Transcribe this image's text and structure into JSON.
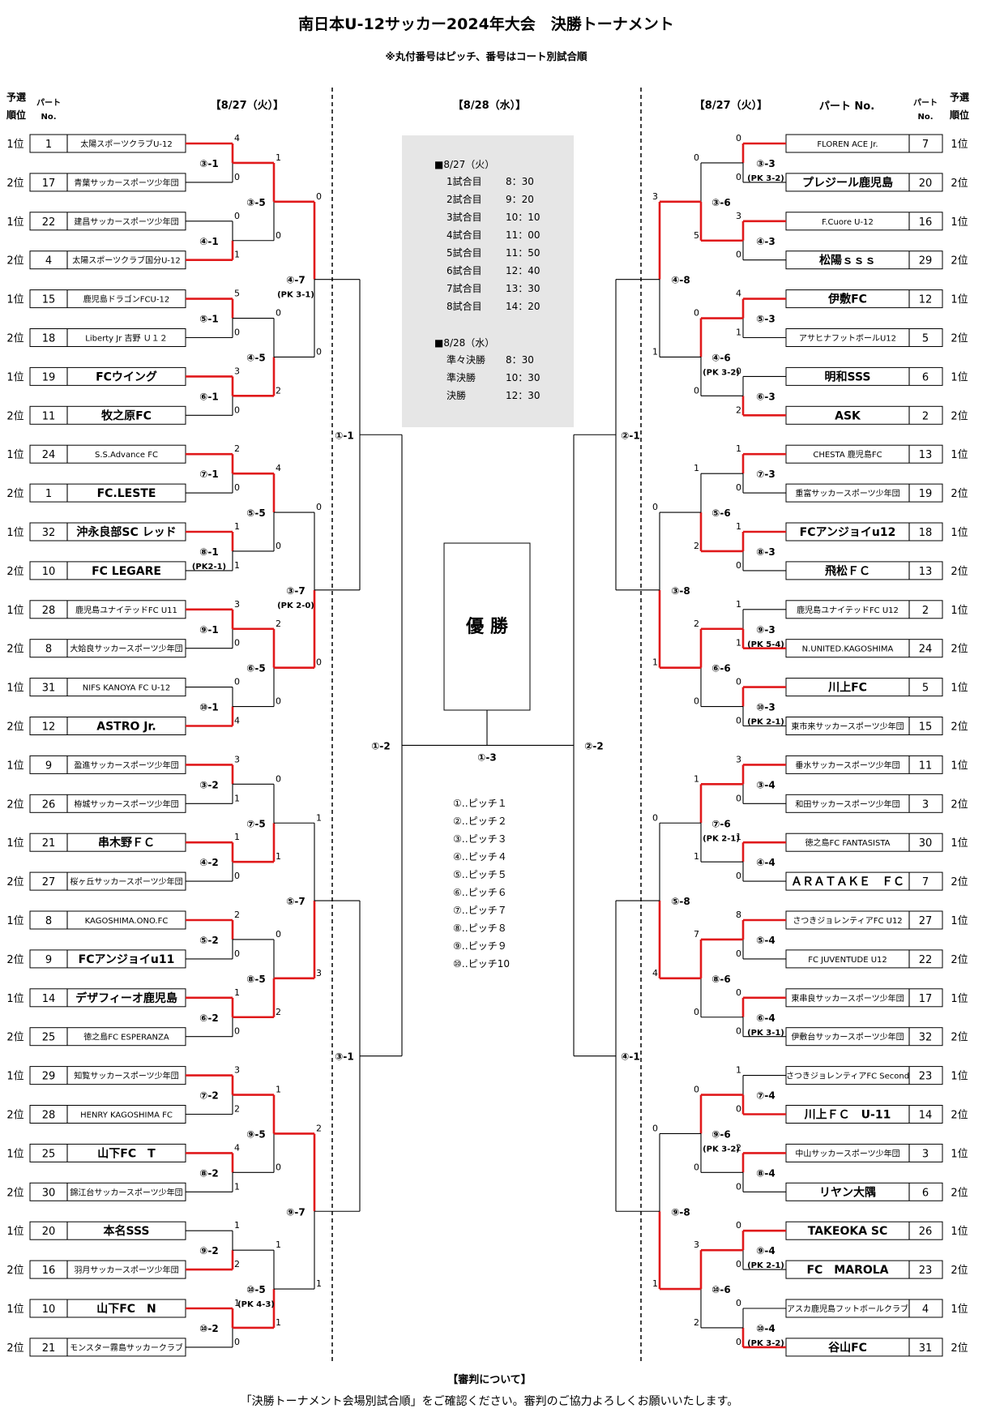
{
  "title": "南日本U-12サッカー2024年大会　決勝トーナメント",
  "subtitle": "※丸付番号はピッチ、番号はコート別試合順",
  "headers": {
    "left_rank": [
      "予選",
      "順位"
    ],
    "left_part": [
      "パート",
      "No."
    ],
    "left_date": "【8/27（火）】",
    "center_date": "【8/28（水）】",
    "right_date": "【8/27（火）】",
    "right_part_label": "パート No.",
    "right_part_sub": "No.",
    "right_rank": [
      "予選",
      "順位"
    ]
  },
  "left_teams": [
    {
      "rank": "1位",
      "part": "1",
      "name": "太陽スポーツクラブU-12"
    },
    {
      "rank": "2位",
      "part": "17",
      "name": "青葉サッカースポーツ少年団"
    },
    {
      "rank": "1位",
      "part": "22",
      "name": "建昌サッカースポーツ少年団"
    },
    {
      "rank": "2位",
      "part": "4",
      "name": "太陽スポーツクラブ国分U-12"
    },
    {
      "rank": "1位",
      "part": "15",
      "name": "鹿児島ドラゴンFCU-12"
    },
    {
      "rank": "2位",
      "part": "18",
      "name": "Liberty Jr 吉野 Ｕ１２"
    },
    {
      "rank": "1位",
      "part": "19",
      "name": "FCウイング"
    },
    {
      "rank": "2位",
      "part": "11",
      "name": "牧之原FC"
    },
    {
      "rank": "1位",
      "part": "24",
      "name": "S.S.Advance FC"
    },
    {
      "rank": "2位",
      "part": "1",
      "name": "FC.LESTE"
    },
    {
      "rank": "1位",
      "part": "32",
      "name": "沖永良部SC レッド"
    },
    {
      "rank": "2位",
      "part": "10",
      "name": "FC LEGARE"
    },
    {
      "rank": "1位",
      "part": "28",
      "name": "鹿児島ユナイテッドFC U11"
    },
    {
      "rank": "2位",
      "part": "8",
      "name": "大姶良サッカースポーツ少年団"
    },
    {
      "rank": "1位",
      "part": "31",
      "name": "NIFS KANOYA FC U-12"
    },
    {
      "rank": "2位",
      "part": "12",
      "name": "ASTRO Jr."
    },
    {
      "rank": "1位",
      "part": "9",
      "name": "盈進サッカースポーツ少年団"
    },
    {
      "rank": "2位",
      "part": "26",
      "name": "栫城サッカースポーツ少年団"
    },
    {
      "rank": "1位",
      "part": "21",
      "name": "串木野ＦＣ"
    },
    {
      "rank": "2位",
      "part": "27",
      "name": "桜ヶ丘サッカースポーツ少年団"
    },
    {
      "rank": "1位",
      "part": "8",
      "name": "KAGOSHIMA.ONO.FC"
    },
    {
      "rank": "2位",
      "part": "9",
      "name": "FCアンジョイu11"
    },
    {
      "rank": "1位",
      "part": "14",
      "name": "デザフィーオ鹿児島"
    },
    {
      "rank": "2位",
      "part": "25",
      "name": "徳之島FC ESPERANZA"
    },
    {
      "rank": "1位",
      "part": "29",
      "name": "知覧サッカースポーツ少年団"
    },
    {
      "rank": "2位",
      "part": "28",
      "name": "HENRY KAGOSHIMA FC"
    },
    {
      "rank": "1位",
      "part": "25",
      "name": "山下FC　T"
    },
    {
      "rank": "2位",
      "part": "30",
      "name": "錦江台サッカースポーツ少年団"
    },
    {
      "rank": "1位",
      "part": "20",
      "name": "本名SSS"
    },
    {
      "rank": "2位",
      "part": "16",
      "name": "羽月サッカースポーツ少年団"
    },
    {
      "rank": "1位",
      "part": "10",
      "name": "山下FC　N"
    },
    {
      "rank": "2位",
      "part": "21",
      "name": "モンスター霧島サッカークラブ"
    }
  ],
  "right_teams": [
    {
      "rank": "1位",
      "part": "7",
      "name": "FLOREN ACE Jr."
    },
    {
      "rank": "2位",
      "part": "20",
      "name": "プレジール鹿児島"
    },
    {
      "rank": "1位",
      "part": "16",
      "name": "F.Cuore U-12"
    },
    {
      "rank": "2位",
      "part": "29",
      "name": "松陽ｓｓｓ"
    },
    {
      "rank": "1位",
      "part": "12",
      "name": "伊敷FC"
    },
    {
      "rank": "2位",
      "part": "5",
      "name": "アサヒナフットボールU12"
    },
    {
      "rank": "1位",
      "part": "6",
      "name": "明和SSS"
    },
    {
      "rank": "2位",
      "part": "2",
      "name": "ASK"
    },
    {
      "rank": "1位",
      "part": "13",
      "name": "CHESTA 鹿児島FC"
    },
    {
      "rank": "2位",
      "part": "19",
      "name": "重富サッカースポーツ少年団"
    },
    {
      "rank": "1位",
      "part": "18",
      "name": "FCアンジョイu12"
    },
    {
      "rank": "2位",
      "part": "13",
      "name": "飛松ＦＣ"
    },
    {
      "rank": "1位",
      "part": "2",
      "name": "鹿児島ユナイテッドFC U12"
    },
    {
      "rank": "2位",
      "part": "24",
      "name": "N.UNITED.KAGOSHIMA"
    },
    {
      "rank": "1位",
      "part": "5",
      "name": "川上FC"
    },
    {
      "rank": "2位",
      "part": "15",
      "name": "東市来サッカースポーツ少年団"
    },
    {
      "rank": "1位",
      "part": "11",
      "name": "垂水サッカースポーツ少年団"
    },
    {
      "rank": "2位",
      "part": "3",
      "name": "和田サッカースポーツ少年団"
    },
    {
      "rank": "1位",
      "part": "30",
      "name": "徳之島FC FANTASISTA"
    },
    {
      "rank": "2位",
      "part": "7",
      "name": "ＡＲＡＴＡＫＥ　ＦＣ"
    },
    {
      "rank": "1位",
      "part": "27",
      "name": "さつきジョレンティアFC U12"
    },
    {
      "rank": "2位",
      "part": "22",
      "name": "FC JUVENTUDE U12"
    },
    {
      "rank": "1位",
      "part": "17",
      "name": "東串良サッカースポーツ少年団"
    },
    {
      "rank": "2位",
      "part": "32",
      "name": "伊敷台サッカースポーツ少年団"
    },
    {
      "rank": "1位",
      "part": "23",
      "name": "さつきジョレンティアFC Second"
    },
    {
      "rank": "2位",
      "part": "14",
      "name": "川上ＦＣ　U-11"
    },
    {
      "rank": "1位",
      "part": "3",
      "name": "中山サッカースポーツ少年団"
    },
    {
      "rank": "2位",
      "part": "6",
      "name": "リヤン大隅"
    },
    {
      "rank": "1位",
      "part": "26",
      "name": "TAKEOKA SC"
    },
    {
      "rank": "2位",
      "part": "23",
      "name": "FC　MAROLA"
    },
    {
      "rank": "1位",
      "part": "4",
      "name": "アスカ鹿児島フットボールクラブ"
    },
    {
      "rank": "2位",
      "part": "31",
      "name": "谷山FC"
    }
  ],
  "left_r1": [
    {
      "label": "③-1",
      "pk": "",
      "scores": [
        "4",
        "0"
      ],
      "winner": 0
    },
    {
      "label": "④-1",
      "pk": "",
      "scores": [
        "0",
        "1"
      ],
      "winner": 1
    },
    {
      "label": "⑤-1",
      "pk": "",
      "scores": [
        "5",
        "0"
      ],
      "winner": 0
    },
    {
      "label": "⑥-1",
      "pk": "",
      "scores": [
        "3",
        "0"
      ],
      "winner": 0
    },
    {
      "label": "⑦-1",
      "pk": "",
      "scores": [
        "2",
        "0"
      ],
      "winner": 0
    },
    {
      "label": "⑧-1",
      "pk": "(PK2-1)",
      "scores": [
        "1",
        "1"
      ],
      "winner": 0
    },
    {
      "label": "⑨-1",
      "pk": "",
      "scores": [
        "3",
        "0"
      ],
      "winner": 0
    },
    {
      "label": "⑩-1",
      "pk": "",
      "scores": [
        "0",
        "4"
      ],
      "winner": 1
    },
    {
      "label": "③-2",
      "pk": "",
      "scores": [
        "3",
        "1"
      ],
      "winner": 0
    },
    {
      "label": "④-2",
      "pk": "",
      "scores": [
        "1",
        "0"
      ],
      "winner": 0
    },
    {
      "label": "⑤-2",
      "pk": "",
      "scores": [
        "2",
        "0"
      ],
      "winner": 0
    },
    {
      "label": "⑥-2",
      "pk": "",
      "scores": [
        "1",
        "0"
      ],
      "winner": 0
    },
    {
      "label": "⑦-2",
      "pk": "",
      "scores": [
        "3",
        "2"
      ],
      "winner": 0
    },
    {
      "label": "⑧-2",
      "pk": "",
      "scores": [
        "4",
        "1"
      ],
      "winner": 0
    },
    {
      "label": "⑨-2",
      "pk": "",
      "scores": [
        "1",
        "2"
      ],
      "winner": 1
    },
    {
      "label": "⑩-2",
      "pk": "",
      "scores": [
        "1",
        "0"
      ],
      "winner": 0
    }
  ],
  "left_r2": [
    {
      "label": "③-5",
      "pk": "",
      "scores": [
        "1",
        "0"
      ],
      "winner": 0
    },
    {
      "label": "④-5",
      "pk": "",
      "scores": [
        "0",
        "2"
      ],
      "winner": 1
    },
    {
      "label": "⑤-5",
      "pk": "",
      "scores": [
        "4",
        "0"
      ],
      "winner": 0
    },
    {
      "label": "⑥-5",
      "pk": "",
      "scores": [
        "2",
        "0"
      ],
      "winner": 0
    },
    {
      "label": "⑦-5",
      "pk": "",
      "scores": [
        "0",
        "1"
      ],
      "winner": 1
    },
    {
      "label": "⑧-5",
      "pk": "",
      "scores": [
        "0",
        "2"
      ],
      "winner": 1
    },
    {
      "label": "⑨-5",
      "pk": "",
      "scores": [
        "1",
        "0"
      ],
      "winner": 0
    },
    {
      "label": "⑩-5",
      "pk": "(PK 4-3)",
      "scores": [
        "1",
        "1"
      ],
      "winner": 1
    }
  ],
  "left_r3": [
    {
      "label": "④-7",
      "pk": "(PK 3-1)",
      "scores": [
        "0",
        "0"
      ],
      "winner": 0
    },
    {
      "label": "③-7",
      "pk": "(PK 2-0)",
      "scores": [
        "0",
        "0"
      ],
      "winner": 1
    },
    {
      "label": "⑤-7",
      "pk": "",
      "scores": [
        "1",
        "3"
      ],
      "winner": 1
    },
    {
      "label": "⑨-7",
      "pk": "",
      "scores": [
        "2",
        "1"
      ],
      "winner": 0
    }
  ],
  "left_qf": [
    {
      "label": "①-1"
    },
    {
      "label": "③-1"
    }
  ],
  "left_sf": {
    "label": "①-2"
  },
  "right_r1": [
    {
      "label": "③-3",
      "pk": "(PK 3-2)",
      "scores": [
        "0",
        "0"
      ],
      "winner": 0
    },
    {
      "label": "④-3",
      "pk": "",
      "scores": [
        "3",
        "0"
      ],
      "winner": 0
    },
    {
      "label": "⑤-3",
      "pk": "",
      "scores": [
        "4",
        "1"
      ],
      "winner": 0
    },
    {
      "label": "⑥-3",
      "pk": "",
      "scores": [
        "0",
        "2"
      ],
      "winner": 1
    },
    {
      "label": "⑦-3",
      "pk": "",
      "scores": [
        "1",
        "0"
      ],
      "winner": 0
    },
    {
      "label": "⑧-3",
      "pk": "",
      "scores": [
        "1",
        "0"
      ],
      "winner": 0
    },
    {
      "label": "⑨-3",
      "pk": "(PK 5-4)",
      "scores": [
        "1",
        "1"
      ],
      "winner": 1
    },
    {
      "label": "⑩-3",
      "pk": "(PK 2-1)",
      "scores": [
        "0",
        "0"
      ],
      "winner": 0
    },
    {
      "label": "③-4",
      "pk": "",
      "scores": [
        "3",
        "0"
      ],
      "winner": 0
    },
    {
      "label": "④-4",
      "pk": "",
      "scores": [
        "1",
        "0"
      ],
      "winner": 0
    },
    {
      "label": "⑤-4",
      "pk": "",
      "scores": [
        "8",
        "0"
      ],
      "winner": 0
    },
    {
      "label": "⑥-4",
      "pk": "(PK 3-1)",
      "scores": [
        "0",
        "0"
      ],
      "winner": 0
    },
    {
      "label": "⑦-4",
      "pk": "",
      "scores": [
        "1",
        "0"
      ],
      "winner": 1
    },
    {
      "label": "⑧-4",
      "pk": "",
      "scores": [
        "2",
        "0"
      ],
      "winner": 0
    },
    {
      "label": "⑨-4",
      "pk": "(PK 2-1)",
      "scores": [
        "0",
        "0"
      ],
      "winner": 0
    },
    {
      "label": "⑩-4",
      "pk": "(PK 3-2)",
      "scores": [
        "0",
        "0"
      ],
      "winner": 1
    }
  ],
  "right_r2": [
    {
      "label": "③-6",
      "pk": "",
      "scores": [
        "0",
        "5"
      ],
      "winner": 1
    },
    {
      "label": "④-6",
      "pk": "(PK 3-2)",
      "scores": [
        "0",
        "0"
      ],
      "winner": 0
    },
    {
      "label": "⑤-6",
      "pk": "",
      "scores": [
        "1",
        "2"
      ],
      "winner": 1
    },
    {
      "label": "⑥-6",
      "pk": "",
      "scores": [
        "2",
        "0"
      ],
      "winner": 0
    },
    {
      "label": "⑦-6",
      "pk": "(PK 2-1)",
      "scores": [
        "1",
        "1"
      ],
      "winner": 0
    },
    {
      "label": "⑧-6",
      "pk": "",
      "scores": [
        "7",
        "0"
      ],
      "winner": 0
    },
    {
      "label": "⑨-6",
      "pk": "(PK 3-2)",
      "scores": [
        "0",
        "0"
      ],
      "winner": 0
    },
    {
      "label": "⑩-6",
      "pk": "",
      "scores": [
        "3",
        "2"
      ],
      "winner": 0
    }
  ],
  "right_r3": [
    {
      "label": "④-8",
      "pk": "",
      "scores": [
        "3",
        "1"
      ],
      "winner": 0
    },
    {
      "label": "③-8",
      "pk": "",
      "scores": [
        "0",
        "1"
      ],
      "winner": 1
    },
    {
      "label": "⑤-8",
      "pk": "",
      "scores": [
        "0",
        "4"
      ],
      "winner": 1
    },
    {
      "label": "⑨-8",
      "pk": "",
      "scores": [
        "0",
        "1"
      ],
      "winner": 1
    }
  ],
  "right_qf": [
    {
      "label": "②-1"
    },
    {
      "label": "④-1"
    }
  ],
  "right_sf": {
    "label": "②-2"
  },
  "final": {
    "label": "①-3",
    "box_text": "優 勝"
  },
  "schedule": {
    "day1_head": "■8/27（火）",
    "day1_rows": [
      {
        "name": "1試合目",
        "time": "8：30"
      },
      {
        "name": "2試合目",
        "time": "9：20"
      },
      {
        "name": "3試合目",
        "time": "10：10"
      },
      {
        "name": "4試合目",
        "time": "11：00"
      },
      {
        "name": "5試合目",
        "time": "11：50"
      },
      {
        "name": "6試合目",
        "time": "12：40"
      },
      {
        "name": "7試合目",
        "time": "13：30"
      },
      {
        "name": "8試合目",
        "time": "14：20"
      }
    ],
    "day2_head": "■8/28（水）",
    "day2_rows": [
      {
        "name": "準々決勝",
        "time": "8：30"
      },
      {
        "name": "準決勝",
        "time": "10：30"
      },
      {
        "name": "決勝",
        "time": "12：30"
      }
    ]
  },
  "pitches": [
    "①‥ピッチ１",
    "②‥ピッチ２",
    "③‥ピッチ３",
    "④‥ピッチ４",
    "⑤‥ピッチ５",
    "⑥‥ピッチ６",
    "⑦‥ピッチ７",
    "⑧‥ピッチ８",
    "⑨‥ピッチ９",
    "⑩‥ピッチ10"
  ],
  "footer": {
    "heading": "【審判について】",
    "text": "「決勝トーナメント会場別試合順」をご確認ください。審判のご協力よろしくお願いいたします。"
  },
  "colors": {
    "winner_line": "#e0191b",
    "line": "#000000",
    "schedule_bg": "#e6e6e6"
  }
}
